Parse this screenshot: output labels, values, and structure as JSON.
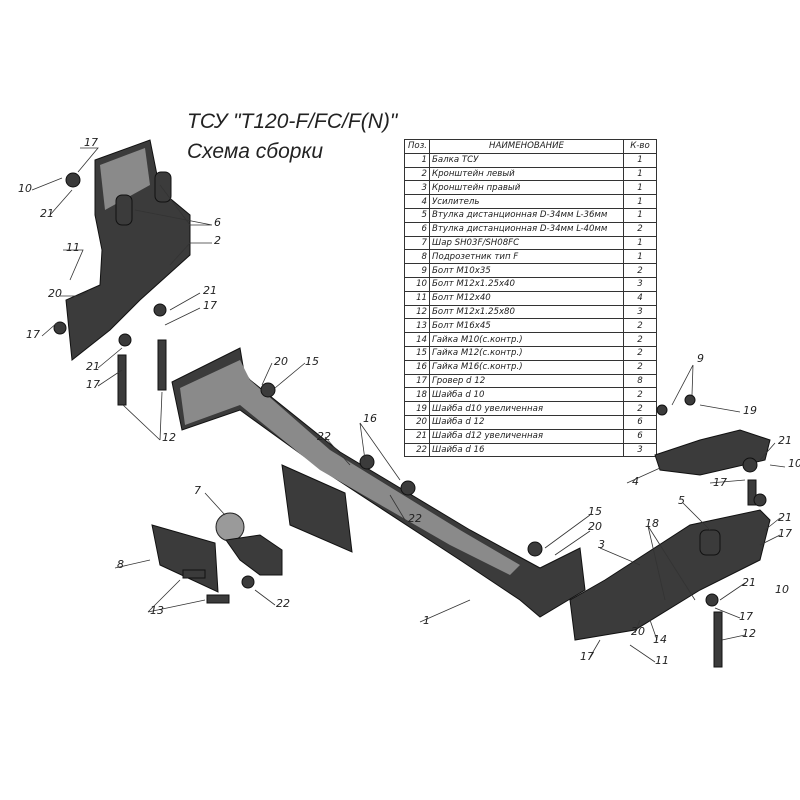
{
  "title": {
    "line1": "ТСУ \"Т120-F/FC/F(N)\"",
    "line2": "Схема сборки"
  },
  "table": {
    "headers": [
      "Поз.",
      "НАИМЕНОВАНИЕ",
      "К-во"
    ],
    "rows": [
      {
        "pos": "1",
        "name": "Балка ТСУ",
        "qty": "1"
      },
      {
        "pos": "2",
        "name": "Кронштейн левый",
        "qty": "1"
      },
      {
        "pos": "3",
        "name": "Кронштейн правый",
        "qty": "1"
      },
      {
        "pos": "4",
        "name": "Усилитель",
        "qty": "1"
      },
      {
        "pos": "5",
        "name": "Втулка дистанционная D-34мм L-36мм",
        "qty": "1"
      },
      {
        "pos": "6",
        "name": "Втулка дистанционная D-34мм L-40мм",
        "qty": "2"
      },
      {
        "pos": "7",
        "name": "Шар SH03F/SH08FC",
        "qty": "1"
      },
      {
        "pos": "8",
        "name": "Подрозетник тип F",
        "qty": "1"
      },
      {
        "pos": "9",
        "name": "Болт М10х35",
        "qty": "2"
      },
      {
        "pos": "10",
        "name": "Болт М12х1.25х40",
        "qty": "3"
      },
      {
        "pos": "11",
        "name": "Болт М12х40",
        "qty": "4"
      },
      {
        "pos": "12",
        "name": "Болт М12х1.25х80",
        "qty": "3"
      },
      {
        "pos": "13",
        "name": "Болт М16х45",
        "qty": "2"
      },
      {
        "pos": "14",
        "name": "Гайка М10(с.контр.)",
        "qty": "2"
      },
      {
        "pos": "15",
        "name": "Гайка М12(с.контр.)",
        "qty": "2"
      },
      {
        "pos": "16",
        "name": "Гайка  М16(с.контр.)",
        "qty": "2"
      },
      {
        "pos": "17",
        "name": "Гровер d 12",
        "qty": "8"
      },
      {
        "pos": "18",
        "name": "Шайба d 10",
        "qty": "2"
      },
      {
        "pos": "19",
        "name": "Шайба d10 увеличенная",
        "qty": "2"
      },
      {
        "pos": "20",
        "name": "Шайба d 12",
        "qty": "6"
      },
      {
        "pos": "21",
        "name": "Шайба d12 увеличенная",
        "qty": "6"
      },
      {
        "pos": "22",
        "name": "Шайба d 16",
        "qty": "3"
      }
    ]
  },
  "callouts": [
    "17",
    "10",
    "21",
    "6",
    "2",
    "11",
    "20",
    "17",
    "21",
    "17",
    "21",
    "17",
    "12",
    "20",
    "15",
    "16",
    "22",
    "22",
    "7",
    "8",
    "13",
    "22",
    "1",
    "15",
    "20",
    "3",
    "18",
    "5",
    "9",
    "19",
    "21",
    "17",
    "10",
    "4",
    "21",
    "17",
    "10",
    "21",
    "17",
    "12",
    "14",
    "20",
    "11",
    "17"
  ]
}
